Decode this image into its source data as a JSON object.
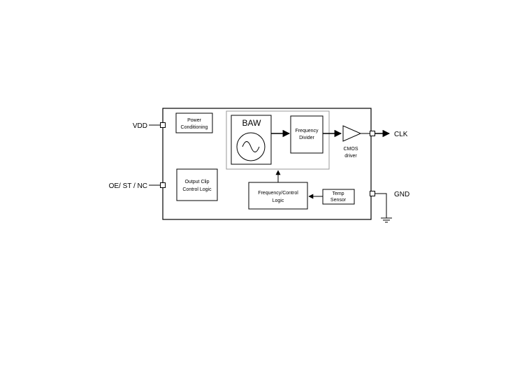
{
  "pins": {
    "vdd": "VDD",
    "oe": "OE/ ST / NC",
    "clk": "CLK",
    "gnd": "GND"
  },
  "blocks": {
    "power": [
      "Power",
      "Conditioning"
    ],
    "output_clip": [
      "Output Clip",
      "Control Logic"
    ],
    "baw": "BAW",
    "freq_divider": [
      "Frequency",
      "Divider"
    ],
    "cmos": [
      "CMOS",
      "driver"
    ],
    "freq_control": [
      "Frequency/Control",
      "Logic"
    ],
    "temp_sensor": [
      "Temp",
      "Sensor"
    ]
  },
  "colors": {
    "line": "#000000",
    "inner_frame": "#999999",
    "background": "#ffffff"
  }
}
